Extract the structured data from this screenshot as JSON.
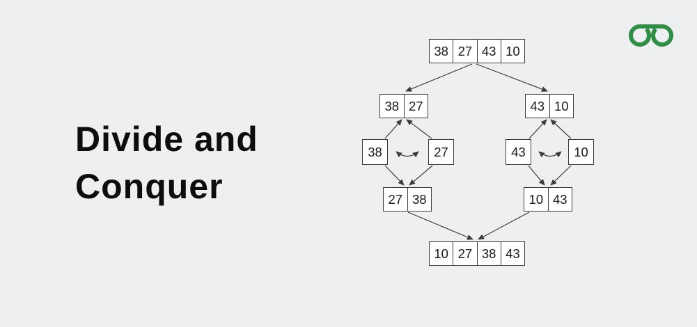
{
  "page": {
    "background_color": "#edeff1"
  },
  "title": {
    "line1": "Divide and",
    "line2": "Conquer"
  },
  "logo": {
    "icon": "geeksforgeeks-logo",
    "color": "#2f8d46"
  },
  "diagram": {
    "type": "merge-sort-divide-and-conquer-tree",
    "unsorted": [
      "38",
      "27",
      "43",
      "10"
    ],
    "left_half": [
      "38",
      "27"
    ],
    "right_half": [
      "43",
      "10"
    ],
    "singles": [
      "38",
      "27",
      "43",
      "10"
    ],
    "left_merged": [
      "27",
      "38"
    ],
    "right_merged": [
      "10",
      "43"
    ],
    "sorted": [
      "10",
      "27",
      "38",
      "43"
    ]
  }
}
